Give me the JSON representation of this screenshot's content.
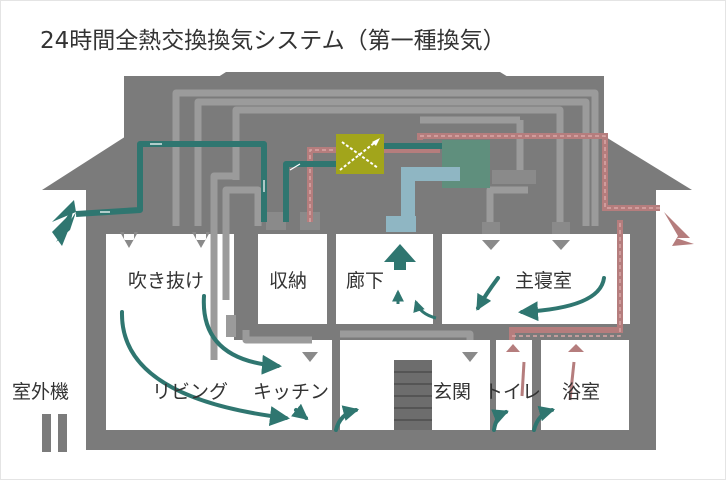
{
  "title": "24時間全熱交換換気システム（第一種換気）",
  "outdoor_unit_label": "室外機",
  "rooms": {
    "fukinuke": "吹き抜け",
    "shuno": "収納",
    "roka": "廊下",
    "shushinshitsu": "主寝室",
    "living": "リビング",
    "kitchen": "キッチン",
    "genkan": "玄関",
    "toilet": "トイレ",
    "yokushitsu": "浴室"
  },
  "colors": {
    "house": "#7b7b7b",
    "room": "#ffffff",
    "duct": "#9b9b9b",
    "supply": "#2f7670",
    "exhaust": "#b57d7d",
    "exchanger": "#a2a51b",
    "unit": "#5f8f7d",
    "fresh": "#8fb6c3"
  }
}
